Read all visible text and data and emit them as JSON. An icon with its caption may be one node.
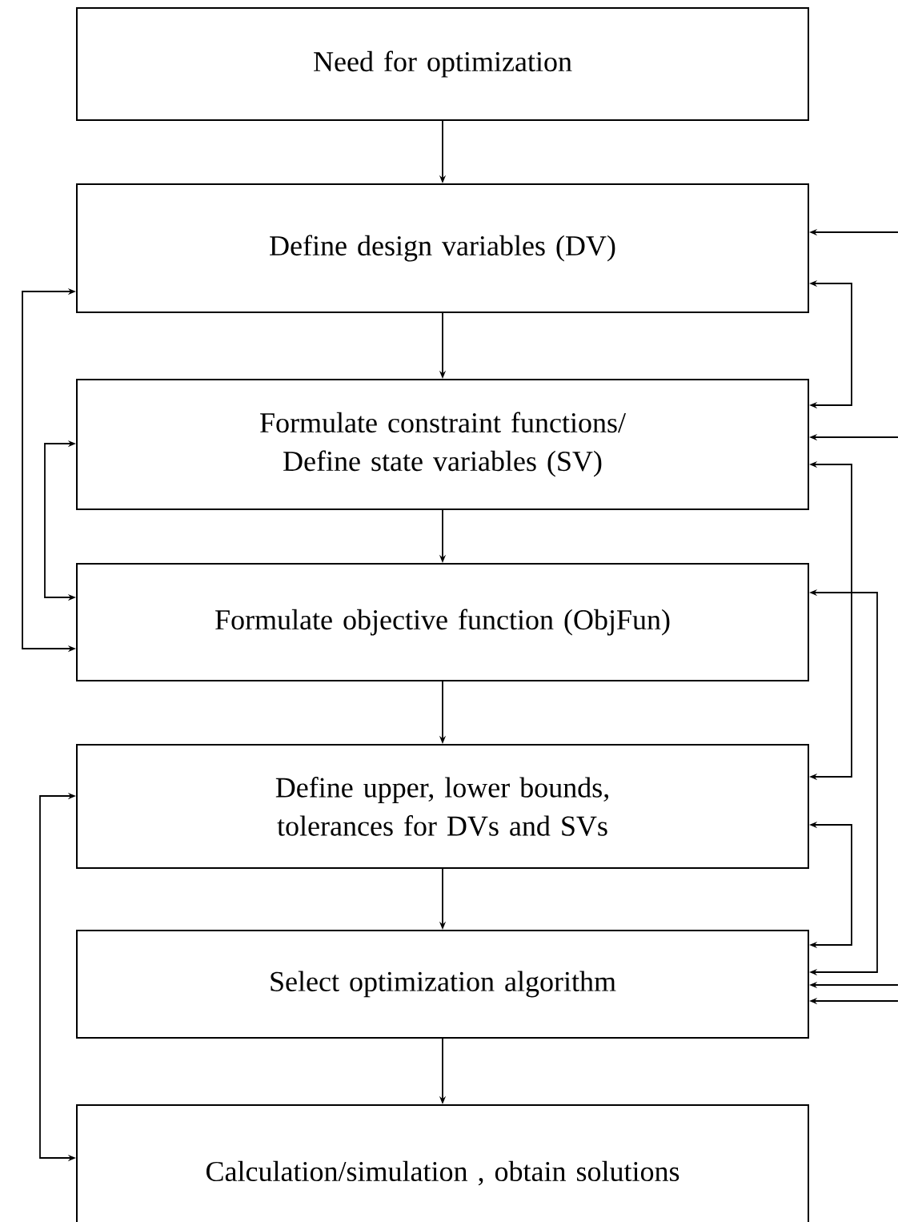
{
  "diagram": {
    "nodes": [
      {
        "text": [
          "Need for optimization"
        ]
      },
      {
        "text": [
          "Define design variables (DV)"
        ]
      },
      {
        "text": [
          "Formulate constraint functions/ Define state variables (SV)"
        ]
      },
      {
        "text": [
          "Formulate objective function (ObjFun)"
        ]
      },
      {
        "text": [
          "Define upper, lower bounds, tolerances for DVs and SVs"
        ]
      },
      {
        "text": [
          "Select optimization algorithm"
        ]
      },
      {
        "text": [
          "Calculation/simulation , obtain solutions"
        ]
      }
    ],
    "edges": [
      {
        "from": 0,
        "to": 1,
        "arrow": "to"
      },
      {
        "from": 1,
        "to": 2,
        "arrow": "to"
      },
      {
        "from": 2,
        "to": 3,
        "arrow": "to"
      },
      {
        "from": 3,
        "to": 4,
        "arrow": "to"
      },
      {
        "from": 4,
        "to": 5,
        "arrow": "to"
      },
      {
        "from": 5,
        "to": 6,
        "arrow": "to"
      },
      {
        "from": 3,
        "to": 1,
        "arrow": "both"
      },
      {
        "from": 2,
        "to": 3,
        "arrow": "both"
      },
      {
        "from": 4,
        "to": 6,
        "arrow": "both"
      },
      {
        "from": null,
        "to": 1,
        "arrow": "to"
      },
      {
        "from": 1,
        "to": 2,
        "arrow": "both"
      },
      {
        "from": null,
        "to": 2,
        "arrow": "to"
      },
      {
        "from": 2,
        "to": 4,
        "arrow": "both"
      },
      {
        "from": 3,
        "to": 5,
        "arrow": "both"
      },
      {
        "from": 4,
        "to": 5,
        "arrow": "both"
      },
      {
        "from": null,
        "to": 5,
        "arrow": "to"
      },
      {
        "from": null,
        "to": 5,
        "arrow": "to"
      }
    ]
  }
}
